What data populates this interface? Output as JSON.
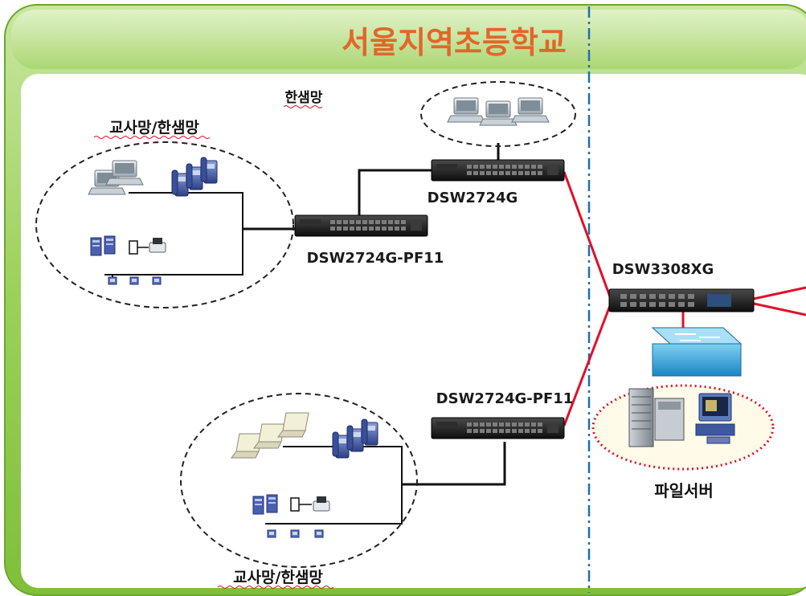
{
  "title": "서울지역초등학교",
  "labels": {
    "student_net_top": "한샘망",
    "teacher_student_net_upper": "교사망/한샘망",
    "teacher_student_net_lower": "교사망/한샘망",
    "file_server": "파일서버"
  },
  "switches": {
    "upper_access": "DSW2724G",
    "upper_poe": "DSW2724G-PF11",
    "core": "DSW3308XG",
    "lower_poe": "DSW2724G-PF11"
  },
  "colors": {
    "frame_green": "#8dc63f",
    "title_orange": "#e2662b",
    "uplink_red": "#e0102a",
    "divider_blue": "#1f6fb4",
    "server_ring": "#e0102a",
    "switch_blue": "#2aa0d8"
  },
  "icons": [
    "desktop-pc-icon",
    "ip-phone-icon",
    "server-icon",
    "printer-icon",
    "laptop-icon",
    "network-switch-icon",
    "workstation-icon"
  ]
}
